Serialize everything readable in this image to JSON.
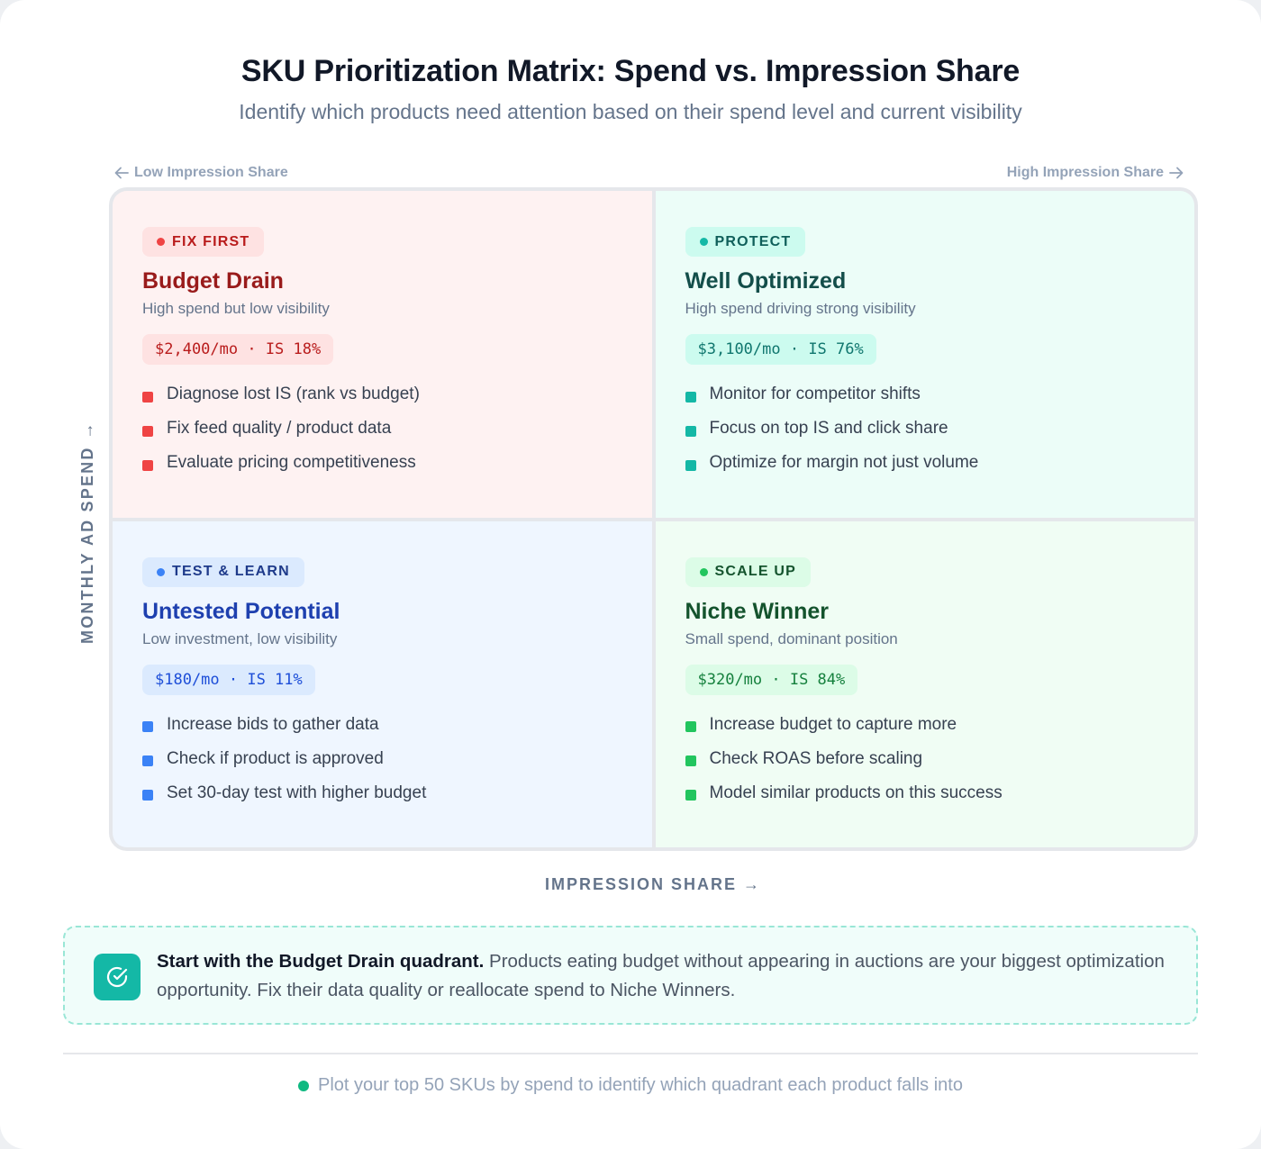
{
  "header": {
    "title": "SKU Prioritization Matrix: Spend vs. Impression Share",
    "subtitle": "Identify which products need attention based on their spend level and current visibility"
  },
  "axes": {
    "top_left": "Low Impression Share",
    "top_right": "High Impression Share",
    "y_label": "MONTHLY AD SPEND",
    "y_arrow": "→",
    "x_label": "IMPRESSION SHARE →"
  },
  "quadrants": [
    {
      "badge": "FIX FIRST",
      "title": "Budget Drain",
      "subtitle": "High spend but low visibility",
      "metric": "$2,400/mo · IS 18%",
      "items": [
        "Diagnose lost IS (rank vs budget)",
        "Fix feed quality / product data",
        "Evaluate pricing competitiveness"
      ]
    },
    {
      "badge": "PROTECT",
      "title": "Well Optimized",
      "subtitle": "High spend driving strong visibility",
      "metric": "$3,100/mo · IS 76%",
      "items": [
        "Monitor for competitor shifts",
        "Focus on top IS and click share",
        "Optimize for margin not just volume"
      ]
    },
    {
      "badge": "TEST & LEARN",
      "title": "Untested Potential",
      "subtitle": "Low investment, low visibility",
      "metric": "$180/mo · IS 11%",
      "items": [
        "Increase bids to gather data",
        "Check if product is approved",
        "Set 30-day test with higher budget"
      ]
    },
    {
      "badge": "SCALE UP",
      "title": "Niche Winner",
      "subtitle": "Small spend, dominant position",
      "metric": "$320/mo · IS 84%",
      "items": [
        "Increase budget to capture more",
        "Check ROAS before scaling",
        "Model similar products on this success"
      ]
    }
  ],
  "callout": {
    "icon": "check-circle-icon",
    "bold": "Start with the Budget Drain quadrant.",
    "text": " Products eating budget without appearing in auctions are your biggest optimization opportunity. Fix their data quality or reallocate spend to Niche Winners."
  },
  "footer": {
    "text": "Plot your top 50 SKUs by spend to identify which quadrant each product falls into"
  },
  "colors": {
    "red": "#ef4444",
    "teal": "#14b8a6",
    "blue": "#3b82f6",
    "green": "#22c55e"
  }
}
